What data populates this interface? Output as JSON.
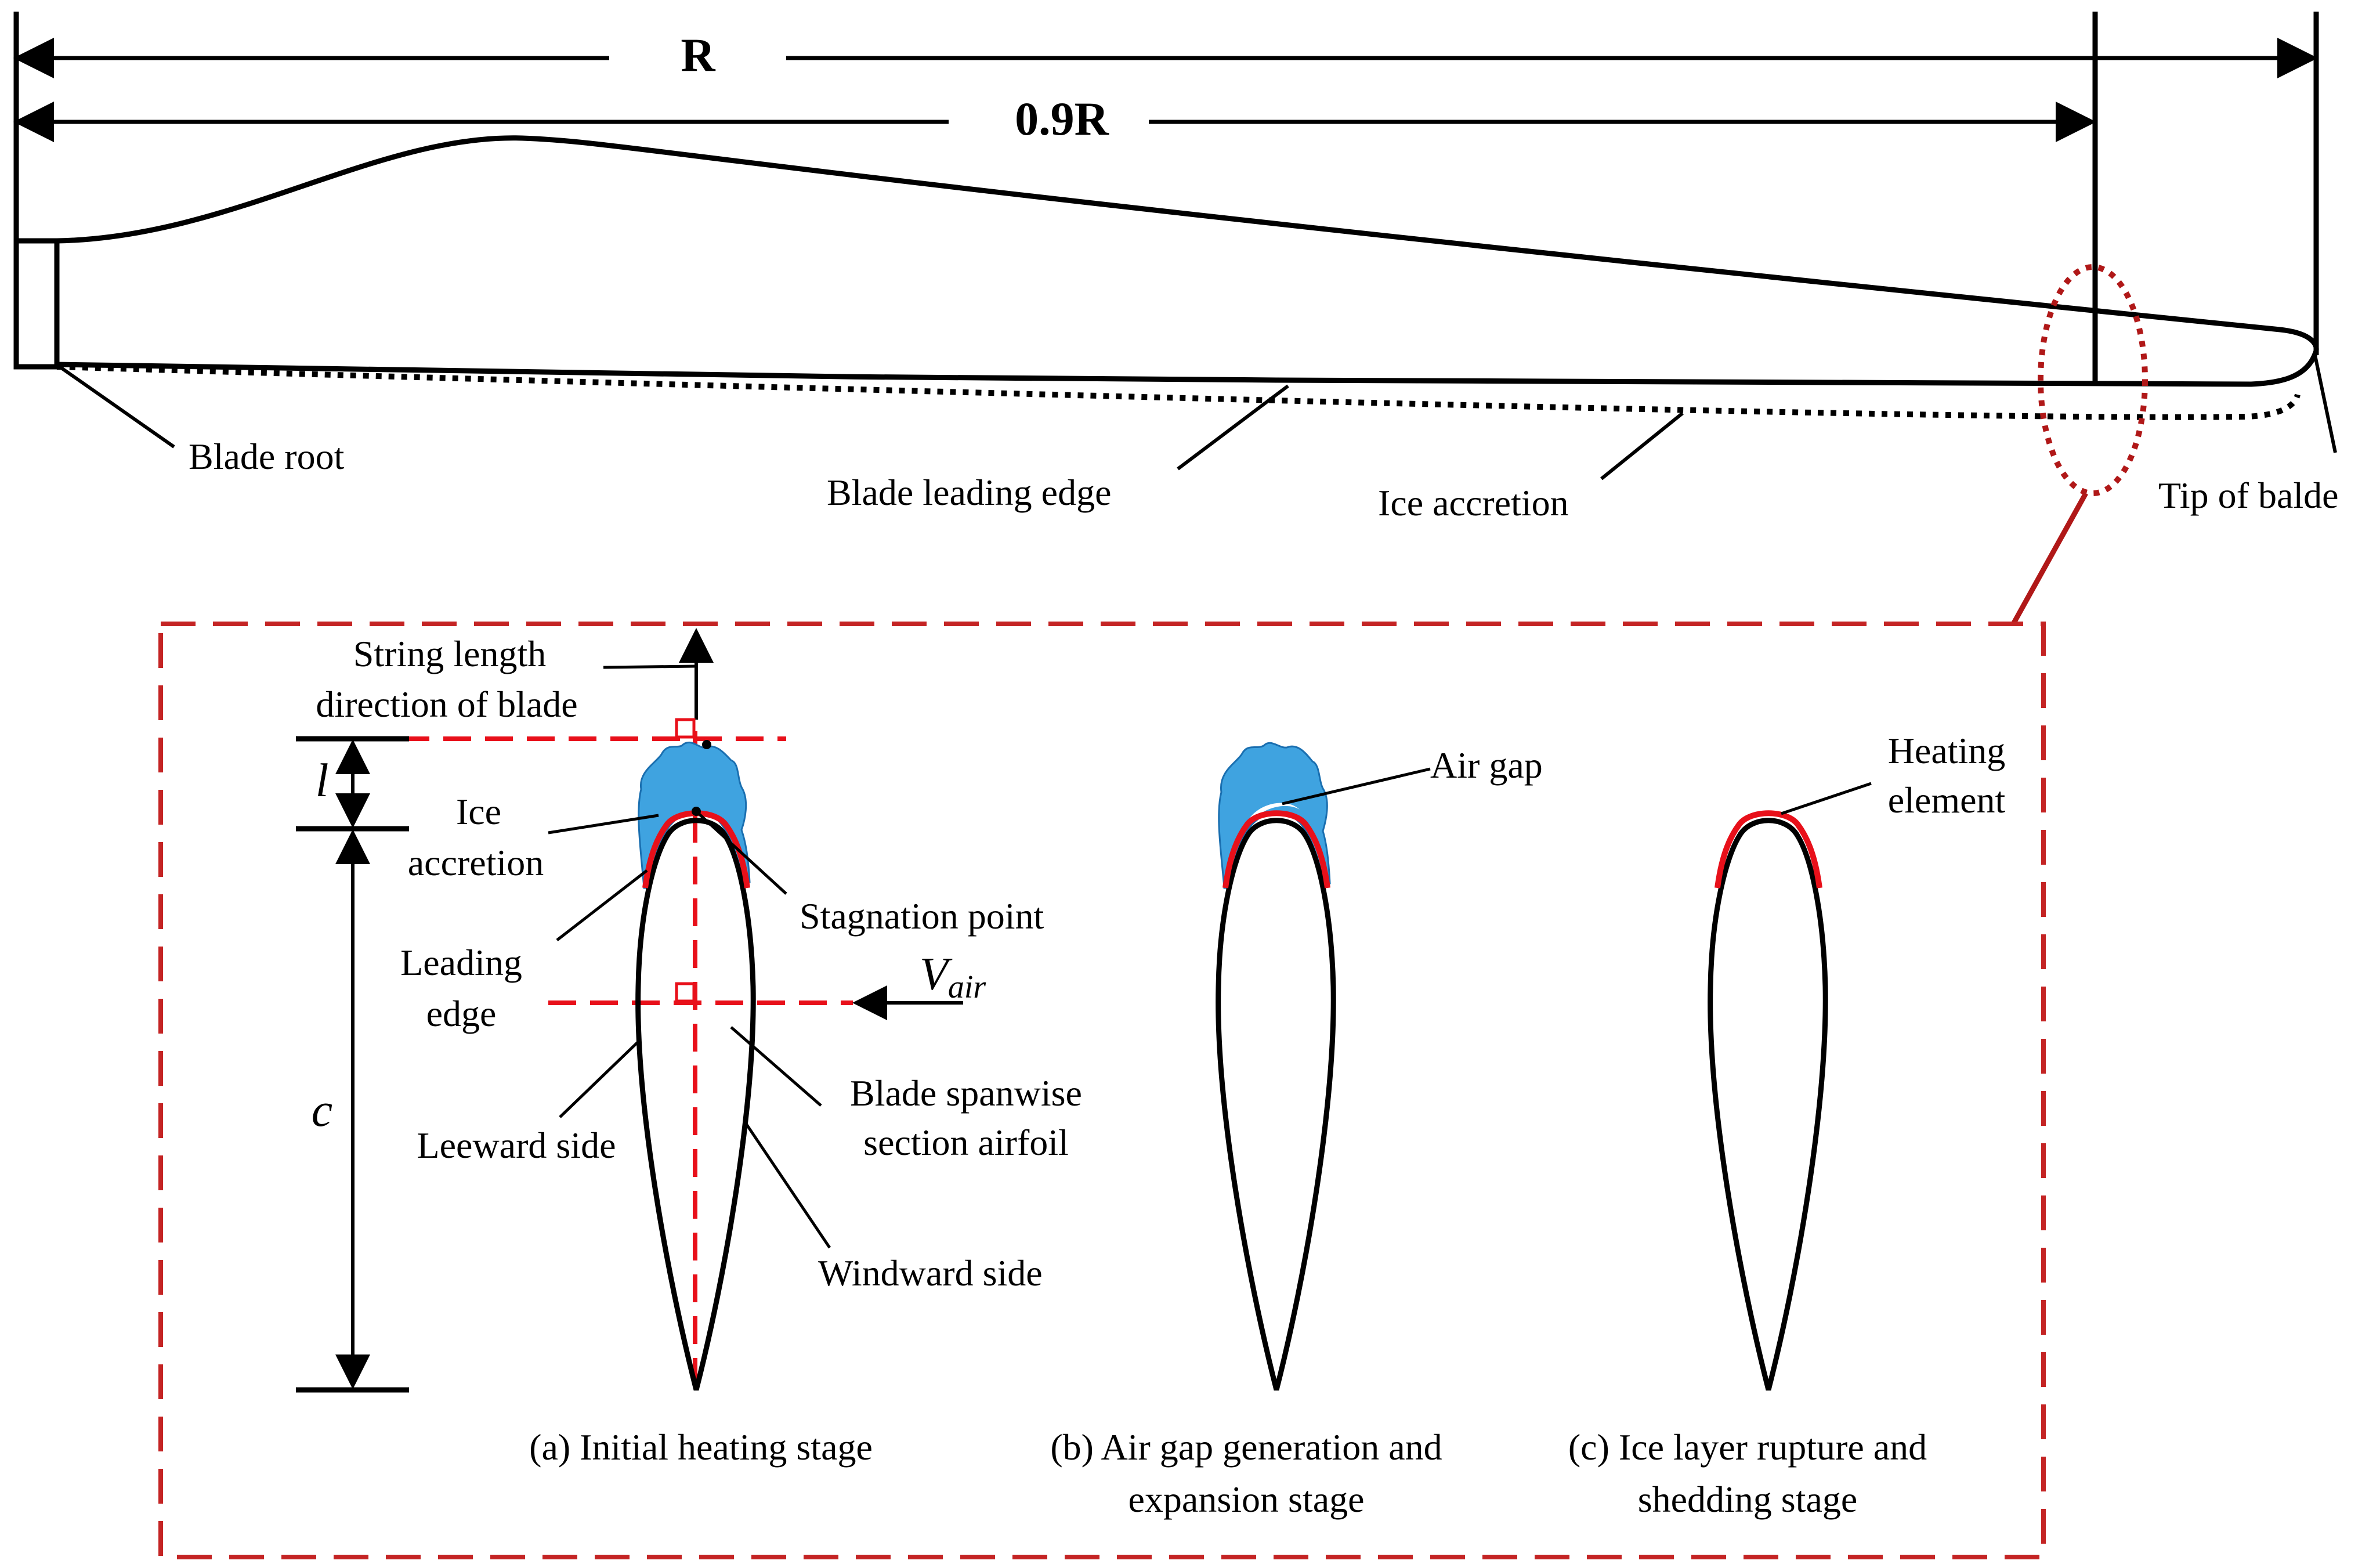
{
  "top": {
    "r_label": "R",
    "r09_label": "0.9R",
    "blade_root": "Blade root",
    "blade_leading_edge": "Blade leading edge",
    "ice_accretion": "Ice accretion",
    "tip_of_blade": "Tip of balde"
  },
  "detail": {
    "string_length_1": "String length",
    "string_length_2": "direction of blade",
    "l_symbol": "l",
    "c_symbol": "c",
    "ice_accretion_1": "Ice",
    "ice_accretion_2": "accretion",
    "stagnation_point": "Stagnation point",
    "leading_edge_1": "Leading",
    "leading_edge_2": "edge",
    "v_air_main": "V",
    "v_air_sub": "air",
    "blade_section_1": "Blade spanwise",
    "blade_section_2": "section airfoil",
    "leeward_side": "Leeward side",
    "windward_side": "Windward side",
    "air_gap": "Air gap",
    "heating_element_1": "Heating",
    "heating_element_2": "element"
  },
  "captions": {
    "a_line1": "(a)  Initial heating stage",
    "b_line1": "(b)  Air gap generation and",
    "b_line2": "expansion stage",
    "c_line1": "(c)  Ice layer rupture and",
    "c_line2": "shedding stage"
  },
  "colors": {
    "ice": "#3fa3e0",
    "heating": "#e8101a",
    "dash_red": "#d42a2a",
    "zoom_red": "#b01818"
  }
}
